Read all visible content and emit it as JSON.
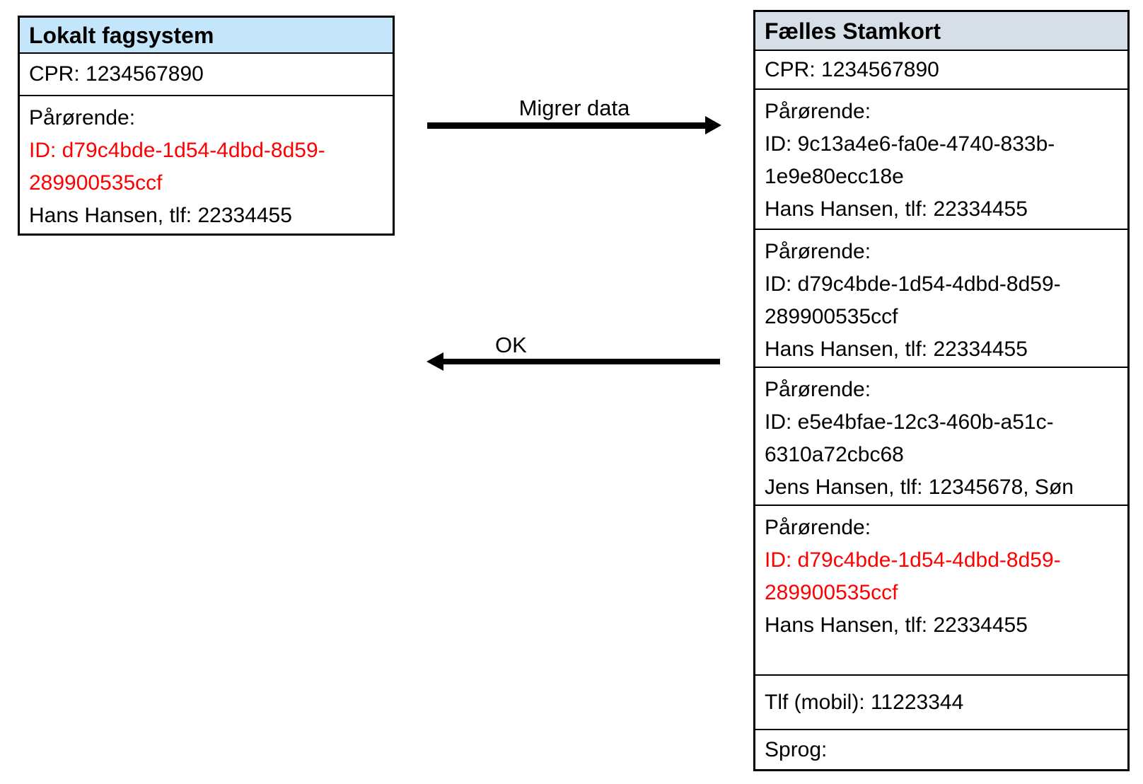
{
  "left_box": {
    "title": "Lokalt fagsystem",
    "cpr": "CPR: 1234567890",
    "relative": {
      "label": "Pårørende:",
      "id_line1": "ID: d79c4bde-1d54-4dbd-8d59-",
      "id_line2": "289900535ccf",
      "contact": "Hans Hansen, tlf: 22334455"
    }
  },
  "arrows": {
    "migrate_label": "Migrer data",
    "ok_label": "OK"
  },
  "right_box": {
    "title": "Fælles Stamkort",
    "cpr": "CPR: 1234567890",
    "relatives": [
      {
        "label": "Pårørende:",
        "id_line1": "ID: 9c13a4e6-fa0e-4740-833b-",
        "id_line2": "1e9e80ecc18e",
        "contact": "Hans Hansen, tlf: 22334455"
      },
      {
        "label": "Pårørende:",
        "id_line1": "ID: d79c4bde-1d54-4dbd-8d59-",
        "id_line2": "289900535ccf",
        "contact": "Hans Hansen, tlf: 22334455"
      },
      {
        "label": "Pårørende:",
        "id_line1": "ID: e5e4bfae-12c3-460b-a51c-",
        "id_line2": "6310a72cbc68",
        "contact": "Jens Hansen, tlf: 12345678, Søn"
      },
      {
        "label": "Pårørende:",
        "id_line1": "ID: d79c4bde-1d54-4dbd-8d59-",
        "id_line2": "289900535ccf",
        "contact": "Hans Hansen, tlf: 22334455"
      }
    ],
    "phone": "Tlf (mobil): 11223344",
    "language": "Sprog:"
  },
  "colors": {
    "left_header_bg": "#C5E6FA",
    "right_header_bg": "#D6DFE7",
    "highlight_red": "#FF0000",
    "border": "#000000"
  }
}
